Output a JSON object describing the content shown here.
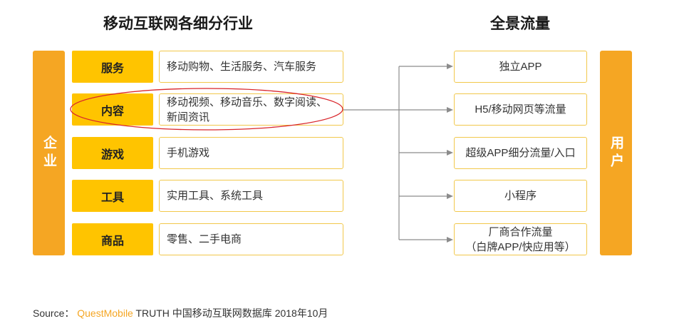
{
  "titles": {
    "left": "移动互联网各细分行业",
    "right": "全景流量"
  },
  "left_bar": "企业",
  "right_bar": "用户",
  "industries": [
    {
      "category": "服务",
      "description": "移动购物、生活服务、汽车服务"
    },
    {
      "category": "内容",
      "description_lines": [
        "移动视频、移动音乐、数字阅读、",
        "新闻资讯"
      ],
      "highlighted": true
    },
    {
      "category": "游戏",
      "description": "手机游戏"
    },
    {
      "category": "工具",
      "description": "实用工具、系统工具"
    },
    {
      "category": "商品",
      "description": "零售、二手电商"
    }
  ],
  "traffic": [
    {
      "label": "独立APP"
    },
    {
      "label": "H5/移动网页等流量"
    },
    {
      "label": "超级APP细分流量/入口"
    },
    {
      "label": "小程序"
    },
    {
      "label_lines": [
        "厂商合作流量",
        "（白牌APP/快应用等）"
      ]
    }
  ],
  "source": {
    "prefix": "Source：",
    "brand": "QuestMobile",
    "suffix": "TRUTH 中国移动互联网数据库 2018年10月"
  },
  "colors": {
    "bar": "#F5A623",
    "category": "#FFC400",
    "box_border": "#F2C84B",
    "highlight_ellipse": "#D9262B",
    "connector": "#8C8C8C"
  }
}
